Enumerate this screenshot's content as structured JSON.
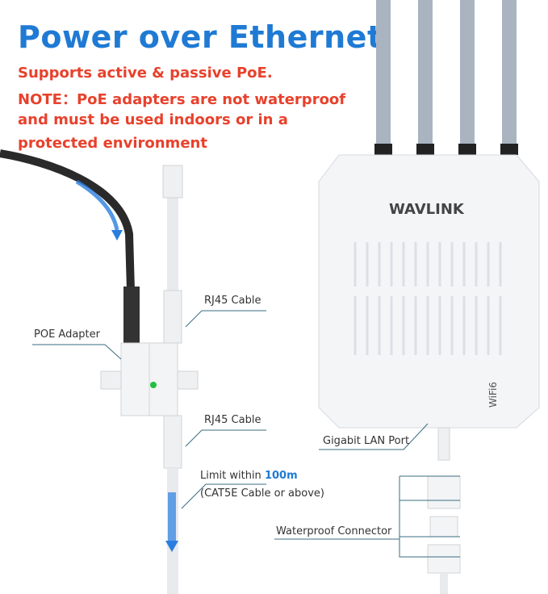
{
  "title": "Power over Ethernet",
  "notes": [
    "Supports active & passive PoE.",
    "NOTE：PoE adapters are not waterproof",
    "and must be used indoors or in a",
    "protected environment"
  ],
  "labels": {
    "poe_adapter": "POE Adapter",
    "rj45_top": "RJ45 Cable",
    "rj45_bottom": "RJ45 Cable",
    "limit_prefix": "Limit within ",
    "limit_value": "100m",
    "limit_note": "(CAT5E Cable or above)",
    "gigabit_lan": "Gigabit LAN Port",
    "waterproof": "Waterproof Connector"
  },
  "device": {
    "brand": "WAVLINK",
    "badge": "WiFi6"
  },
  "colors": {
    "title": "#1f7ad4",
    "note": "#e8412c",
    "led": "#22c040",
    "flow_arrow": "#2a7ee0"
  }
}
